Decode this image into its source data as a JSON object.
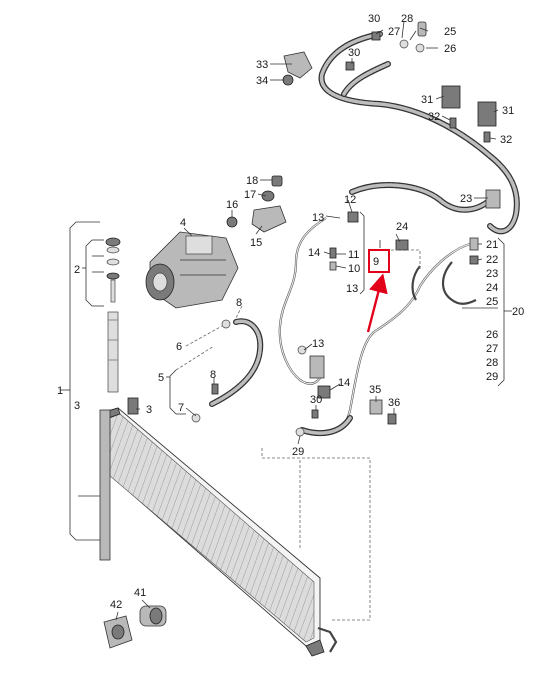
{
  "diagram": {
    "highlight_color": "#e3001b",
    "labels": {
      "n1": "1",
      "n2": "2",
      "n3a": "3",
      "n3b": "3",
      "n4": "4",
      "n5": "5",
      "n6": "6",
      "n7": "7",
      "n8a": "8",
      "n8b": "8",
      "n9": "9",
      "n10": "10",
      "n11": "11",
      "n12": "12",
      "n13a": "13",
      "n13b": "13",
      "n14a": "14",
      "n14b": "14",
      "n15": "15",
      "n16": "16",
      "n17": "17",
      "n18": "18",
      "n20": "20",
      "n21": "21",
      "n22": "22",
      "n23a": "23",
      "n23b": "23",
      "n24a": "24",
      "n24b": "24",
      "n25a": "25",
      "n25b": "25",
      "n26a": "26",
      "n26b": "26",
      "n27a": "27",
      "n27b": "27",
      "n28a": "28",
      "n28b": "28",
      "n29a": "29",
      "n29b": "29",
      "n30a": "30",
      "n30b": "30",
      "n30c": "30",
      "n31a": "31",
      "n31b": "31",
      "n32a": "32",
      "n32b": "32",
      "n33": "33",
      "n34": "34",
      "n35": "35",
      "n36": "36",
      "n41": "41",
      "n42": "42"
    }
  }
}
